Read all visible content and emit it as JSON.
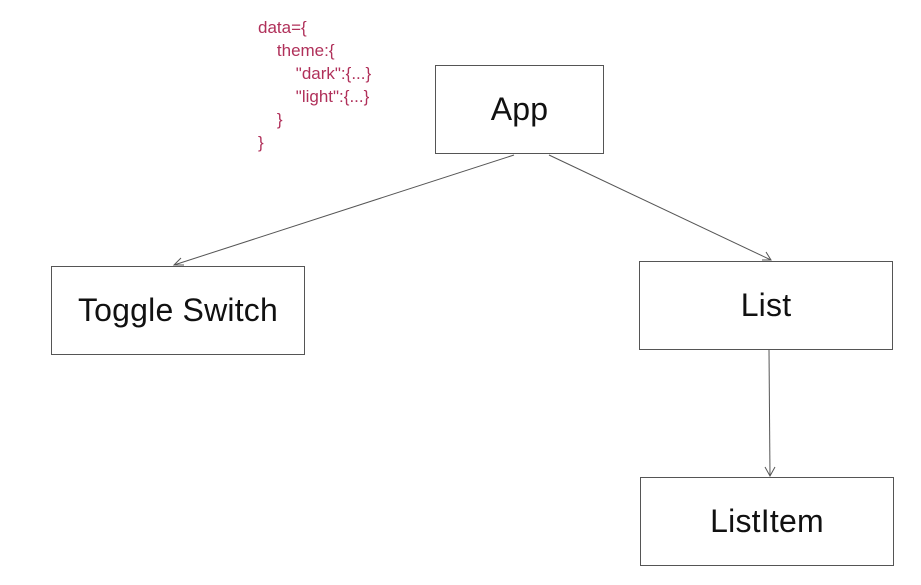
{
  "code": {
    "lines": [
      "data={",
      "    theme:{",
      "        \"dark\":{...}",
      "        \"light\":{...}",
      "    }",
      "}"
    ],
    "color": "#b0305a"
  },
  "nodes": {
    "app": "App",
    "toggle_switch": "Toggle Switch",
    "list": "List",
    "list_item": "ListItem"
  },
  "edges": [
    {
      "from": "App",
      "to": "Toggle Switch"
    },
    {
      "from": "App",
      "to": "List"
    },
    {
      "from": "List",
      "to": "ListItem"
    }
  ]
}
